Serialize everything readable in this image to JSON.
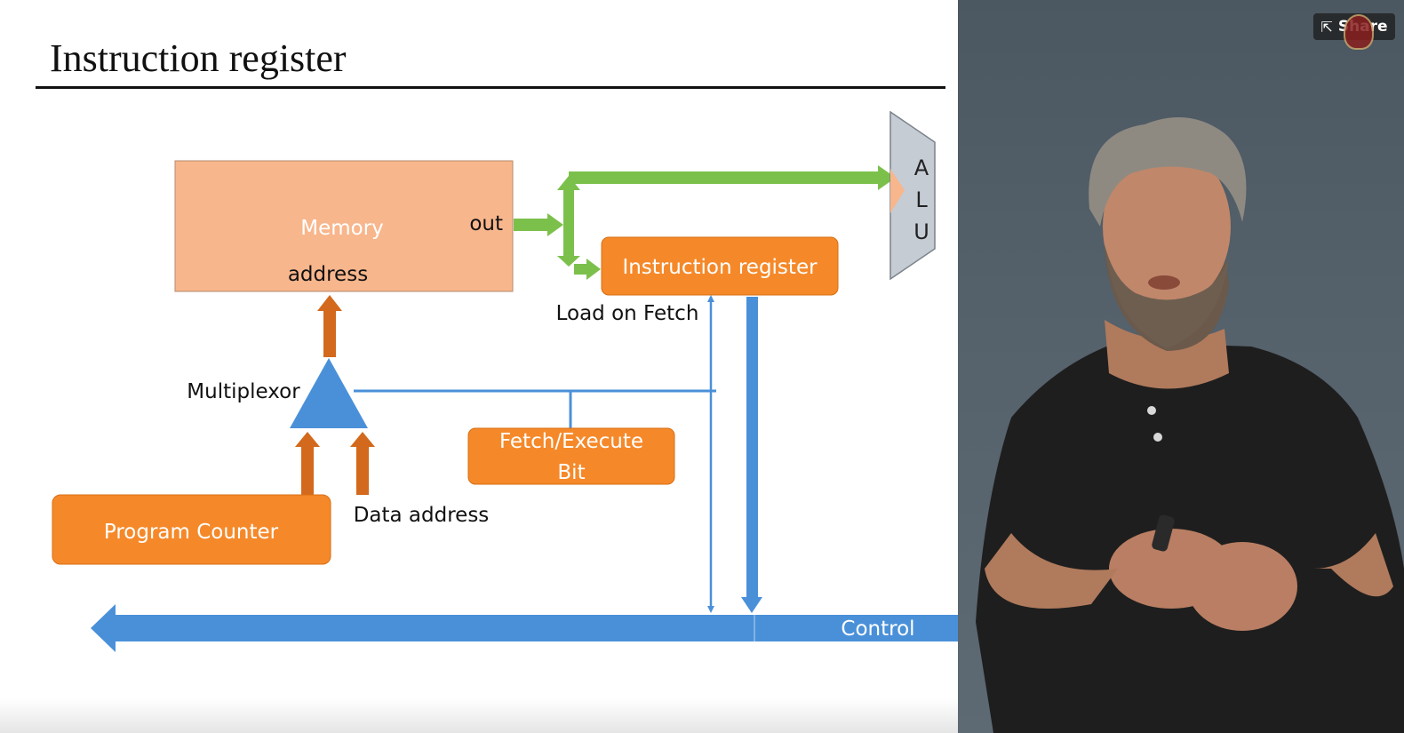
{
  "slide": {
    "title": "Instruction register"
  },
  "diagram": {
    "memory_label": "Memory",
    "memory_out_label": "out",
    "memory_address_label": "address",
    "instruction_register_label": "Instruction register",
    "load_on_fetch_label": "Load on Fetch",
    "multiplexor_label": "Multiplexor",
    "fetch_execute_line1": "Fetch/Execute",
    "fetch_execute_line2": "Bit",
    "program_counter_label": "Program Counter",
    "data_address_label": "Data address",
    "control_label": "Control",
    "alu_letters": [
      "A",
      "L",
      "U"
    ]
  },
  "player": {
    "share_label": "Share",
    "share_icon": "share-icon"
  },
  "colors": {
    "memory_fill": "#f8b68c",
    "orange_box": "#f5892a",
    "blue": "#4a90d9",
    "green": "#7cc04c",
    "brown_arrow": "#d3691c",
    "alu_fill": "#c5ccd4"
  }
}
